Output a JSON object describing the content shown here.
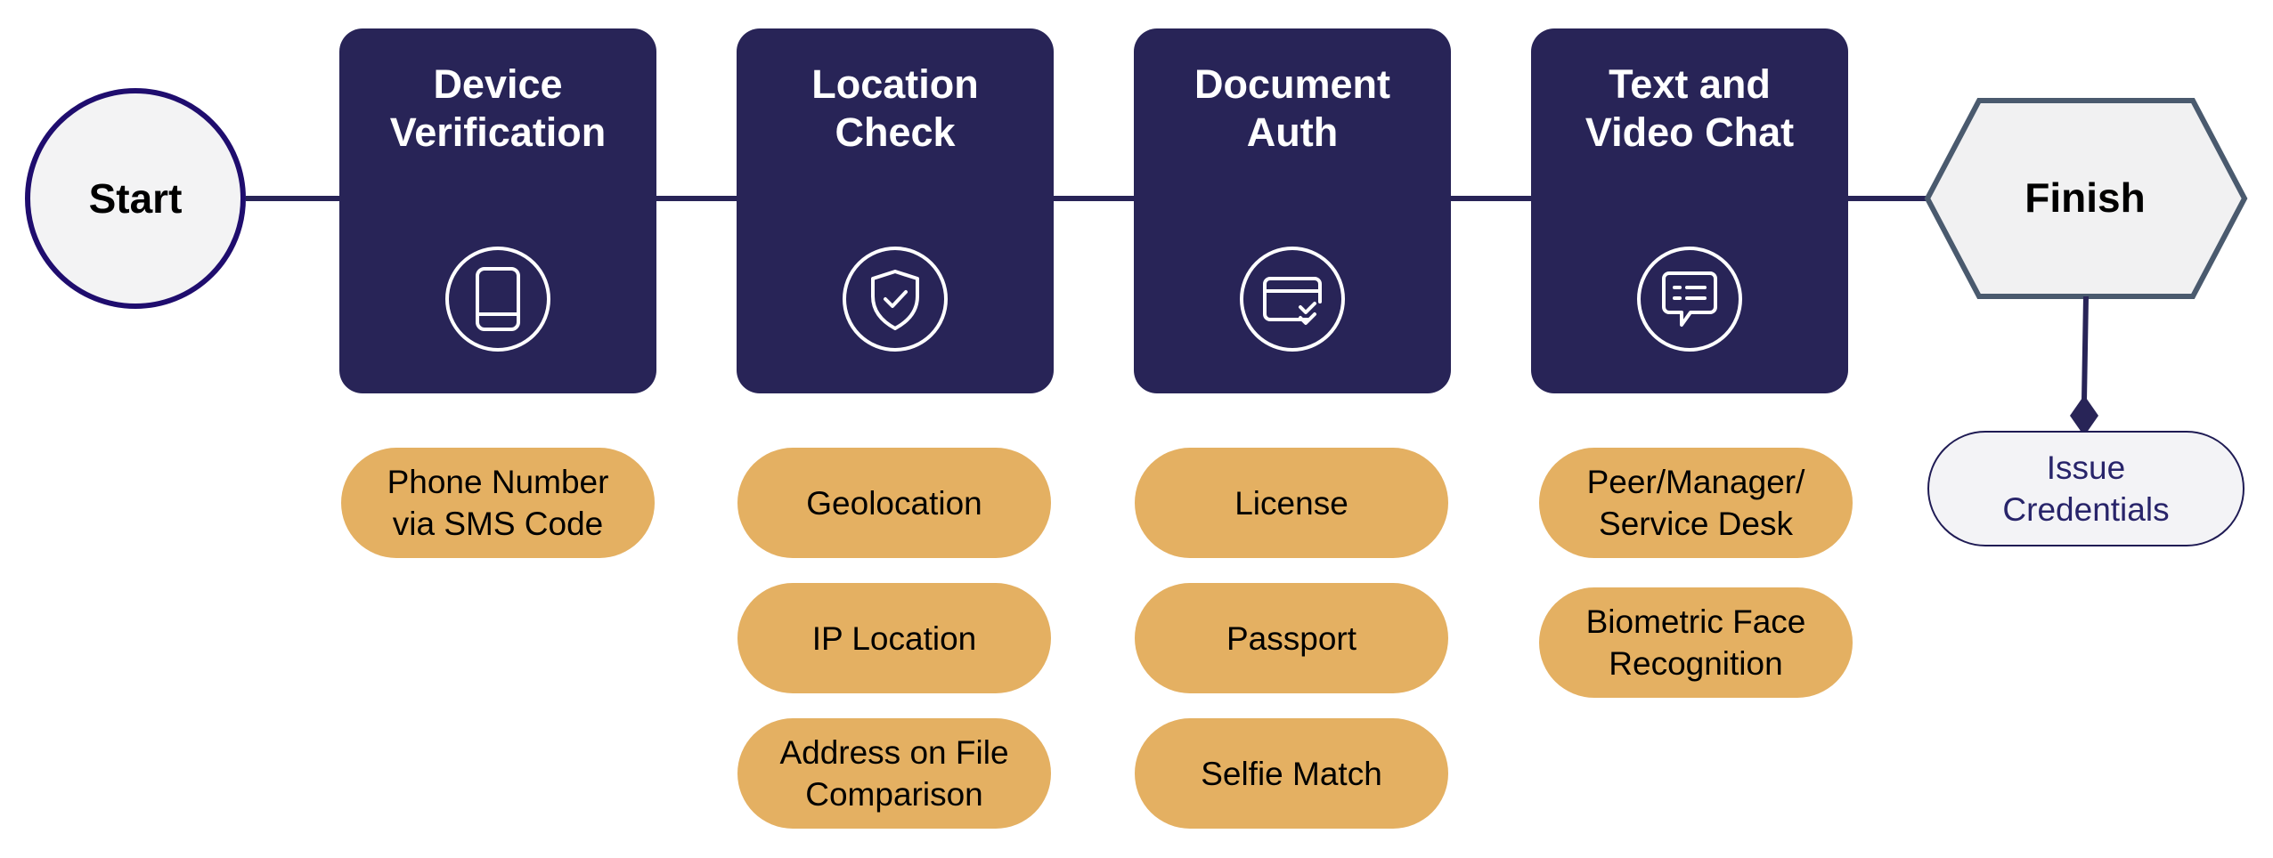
{
  "start": {
    "label": "Start"
  },
  "finish": {
    "label": "Finish"
  },
  "steps": [
    {
      "title_lines": [
        "Device",
        "Verification"
      ],
      "icon": "phone-icon",
      "items": [
        {
          "lines": [
            "Phone Number",
            "via SMS Code"
          ]
        }
      ]
    },
    {
      "title_lines": [
        "Location",
        "Check"
      ],
      "icon": "shield-check-icon",
      "items": [
        {
          "lines": [
            "Geolocation"
          ]
        },
        {
          "lines": [
            "IP Location"
          ]
        },
        {
          "lines": [
            "Address on File",
            "Comparison"
          ]
        }
      ]
    },
    {
      "title_lines": [
        "Document",
        "Auth"
      ],
      "icon": "id-card-check-icon",
      "items": [
        {
          "lines": [
            "License"
          ]
        },
        {
          "lines": [
            "Passport"
          ]
        },
        {
          "lines": [
            "Selfie Match"
          ]
        }
      ]
    },
    {
      "title_lines": [
        "Text and",
        "Video Chat"
      ],
      "icon": "chat-bubble-icon",
      "items": [
        {
          "lines": [
            "Peer/Manager/",
            "Service Desk"
          ]
        },
        {
          "lines": [
            "Biometric Face",
            "Recognition"
          ]
        }
      ]
    }
  ],
  "output": {
    "lines": [
      "Issue",
      "Credentials"
    ]
  },
  "colors": {
    "step_fill": "#282457",
    "pill_fill": "#e4b062",
    "start_border": "#1f0d6e",
    "finish_border": "#4a5a6e",
    "connector": "#282457"
  }
}
